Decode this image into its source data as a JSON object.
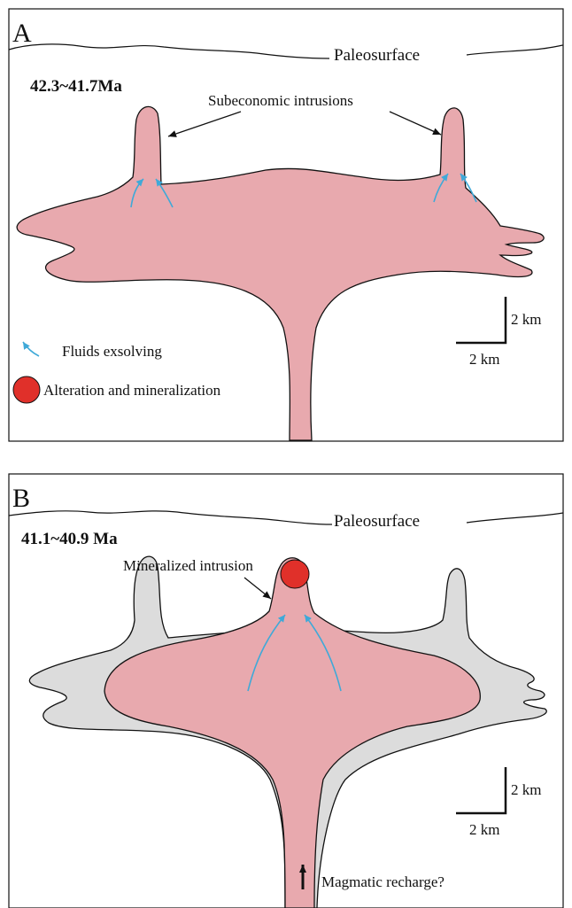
{
  "panel_a": {
    "letter": "A",
    "surface_label": "Paleosurface",
    "age": "42.3~41.7Ma",
    "callout": "Subeconomic intrusions",
    "scale": {
      "vertical": "2 km",
      "horizontal": "2 km"
    },
    "legend": {
      "fluids": "Fluids exsolving",
      "mineralization": "Alteration and mineralization"
    }
  },
  "panel_b": {
    "letter": "B",
    "surface_label": "Paleosurface",
    "age": "41.1~40.9 Ma",
    "callout": "Mineralized intrusion",
    "recharge": "Magmatic recharge?",
    "scale": {
      "vertical": "2 km",
      "horizontal": "2 km"
    }
  },
  "colors": {
    "intrusion": "#e8a9ae",
    "older_intrusion": "#dcdcdc",
    "fluid_arrow": "#3fa9d8",
    "mineralization": "#e0302a",
    "outline": "#111111"
  }
}
